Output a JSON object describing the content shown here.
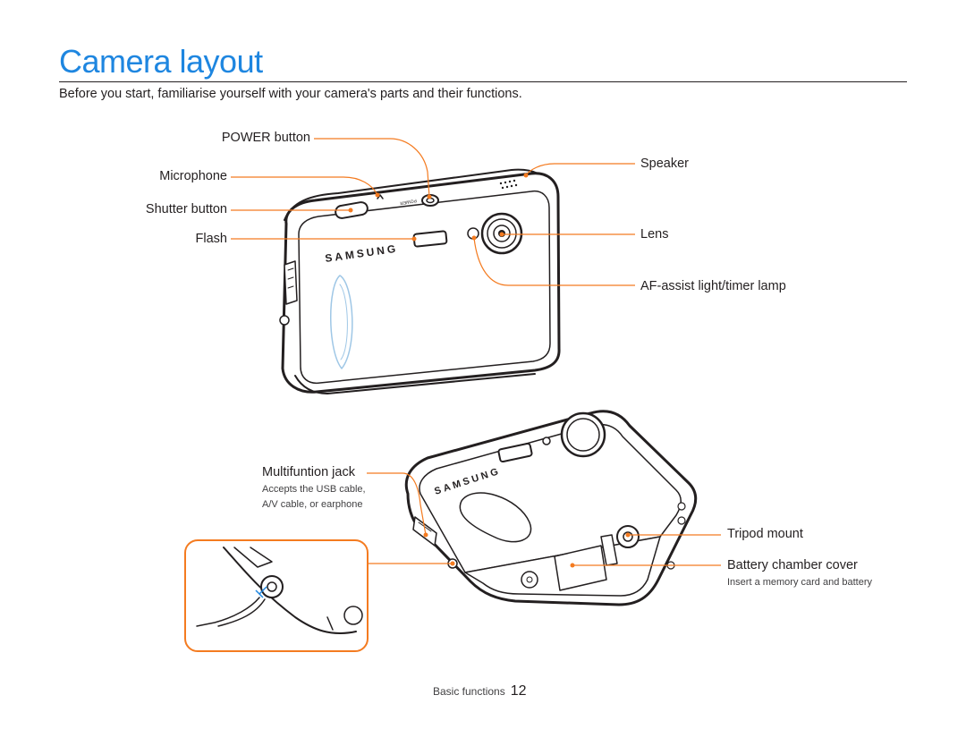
{
  "page": {
    "title": "Camera layout",
    "intro": "Before you start, familiarise yourself with your camera's parts and their functions."
  },
  "front_labels": {
    "power_button": "POWER button",
    "microphone": "Microphone",
    "shutter_button": "Shutter button",
    "flash": "Flash",
    "speaker": "Speaker",
    "lens": "Lens",
    "af_assist": "AF-assist light/timer lamp"
  },
  "back_labels": {
    "multifunction_jack": "Multifuntion jack",
    "multifunction_note_1": "Accepts the USB cable,",
    "multifunction_note_2": "A/V cable, or earphone",
    "tripod_mount": "Tripod mount",
    "battery_cover": "Battery chamber cover",
    "battery_note": "Insert a memory card and battery"
  },
  "branding": {
    "logo_text": "SAMSUNG",
    "power_text": "POWER"
  },
  "footer": {
    "section": "Basic functions",
    "page_number": "12"
  },
  "colors": {
    "title": "#1e86e0",
    "callout": "#f47b20",
    "body": "#ffffff",
    "outline": "#231f20"
  }
}
